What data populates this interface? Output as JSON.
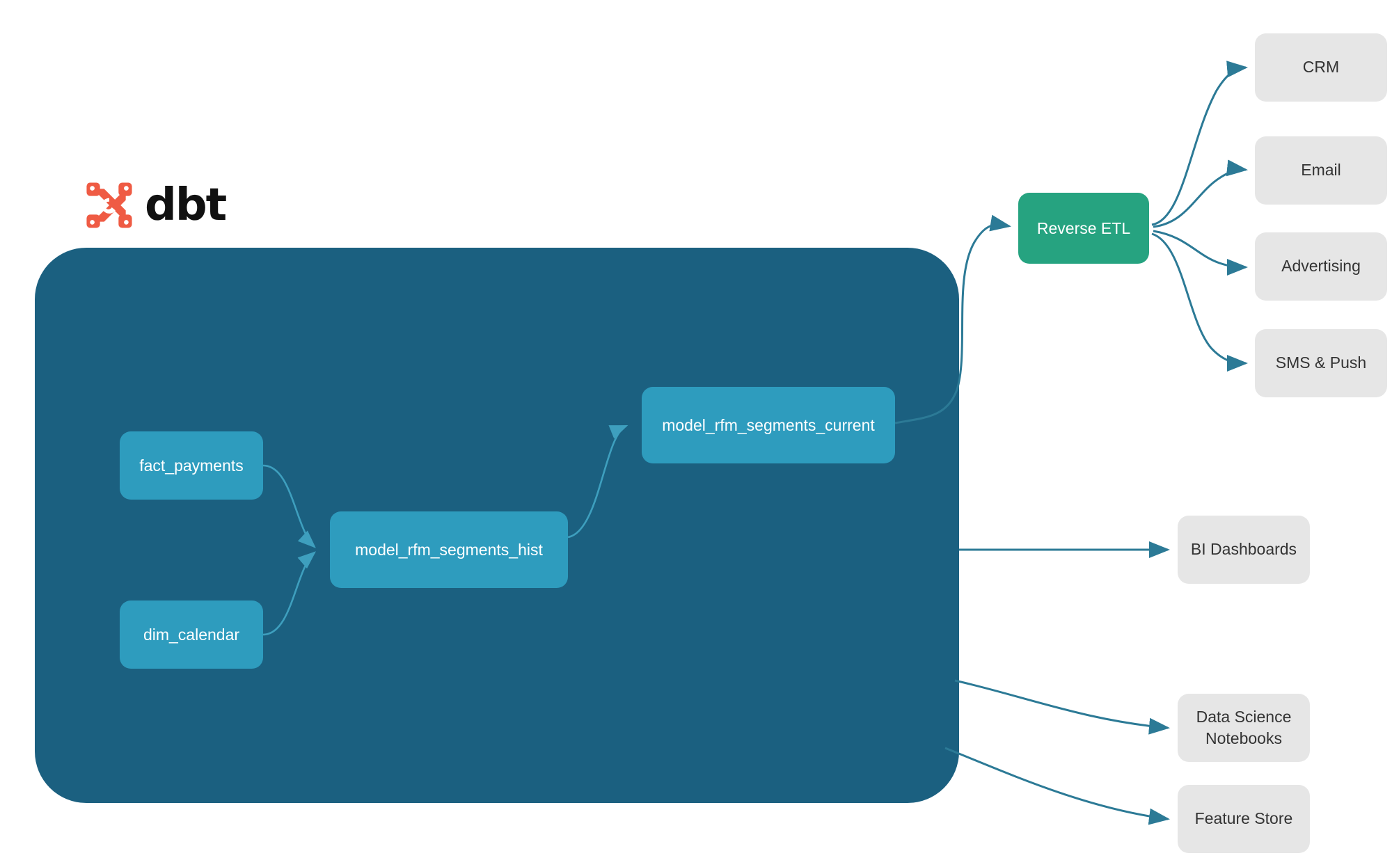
{
  "brand": {
    "logo_icon": "dbt-logo-icon",
    "wordmark": "dbt"
  },
  "colors": {
    "warehouse_bg": "#1b6080",
    "model_node": "#2e9cbe",
    "reverse_etl_node": "#26a380",
    "destination_node": "#e6e6e6",
    "inner_edge": "#3e9fbe",
    "outer_edge": "#2c7a96",
    "page_bg": "#ffffff",
    "node_text_light": "#ffffff",
    "node_text_dark": "#333333"
  },
  "warehouse": {
    "nodes": [
      {
        "id": "fact_payments",
        "label": "fact_payments"
      },
      {
        "id": "dim_calendar",
        "label": "dim_calendar"
      },
      {
        "id": "model_rfm_segments_hist",
        "label": "model_rfm_segments_hist"
      },
      {
        "id": "model_rfm_segments_current",
        "label": "model_rfm_segments_current"
      }
    ]
  },
  "activation": {
    "reverse_etl": {
      "label": "Reverse ETL"
    },
    "channels": [
      {
        "id": "crm",
        "label": "CRM"
      },
      {
        "id": "email",
        "label": "Email"
      },
      {
        "id": "advertising",
        "label": "Advertising"
      },
      {
        "id": "sms_push",
        "label": "SMS & Push"
      }
    ]
  },
  "consumers": [
    {
      "id": "bi_dashboards",
      "label": "BI Dashboards"
    },
    {
      "id": "ds_notebooks",
      "label": "Data Science\nNotebooks",
      "line1": "Data Science",
      "line2": "Notebooks"
    },
    {
      "id": "feature_store",
      "label": "Feature Store"
    }
  ],
  "chart_data": {
    "type": "diagram",
    "title": "dbt RFM segmentation lineage and activation",
    "subgraphs": [
      {
        "name": "dbt",
        "node_ids": [
          "fact_payments",
          "dim_calendar",
          "model_rfm_segments_hist",
          "model_rfm_segments_current"
        ]
      }
    ],
    "nodes": [
      {
        "id": "fact_payments",
        "label": "fact_payments",
        "group": "dbt",
        "shape": "rounded-rect",
        "color": "#2e9cbe"
      },
      {
        "id": "dim_calendar",
        "label": "dim_calendar",
        "group": "dbt",
        "shape": "rounded-rect",
        "color": "#2e9cbe"
      },
      {
        "id": "model_rfm_segments_hist",
        "label": "model_rfm_segments_hist",
        "group": "dbt",
        "shape": "rounded-rect",
        "color": "#2e9cbe"
      },
      {
        "id": "model_rfm_segments_current",
        "label": "model_rfm_segments_current",
        "group": "dbt",
        "shape": "rounded-rect",
        "color": "#2e9cbe"
      },
      {
        "id": "reverse_etl",
        "label": "Reverse ETL",
        "group": "activation",
        "shape": "rounded-rect",
        "color": "#26a380"
      },
      {
        "id": "crm",
        "label": "CRM",
        "group": "destination",
        "shape": "rounded-rect",
        "color": "#e6e6e6"
      },
      {
        "id": "email",
        "label": "Email",
        "group": "destination",
        "shape": "rounded-rect",
        "color": "#e6e6e6"
      },
      {
        "id": "advertising",
        "label": "Advertising",
        "group": "destination",
        "shape": "rounded-rect",
        "color": "#e6e6e6"
      },
      {
        "id": "sms_push",
        "label": "SMS & Push",
        "group": "destination",
        "shape": "rounded-rect",
        "color": "#e6e6e6"
      },
      {
        "id": "bi_dashboards",
        "label": "BI Dashboards",
        "group": "destination",
        "shape": "rounded-rect",
        "color": "#e6e6e6"
      },
      {
        "id": "ds_notebooks",
        "label": "Data Science Notebooks",
        "group": "destination",
        "shape": "rounded-rect",
        "color": "#e6e6e6"
      },
      {
        "id": "feature_store",
        "label": "Feature Store",
        "group": "destination",
        "shape": "rounded-rect",
        "color": "#e6e6e6"
      }
    ],
    "edges": [
      {
        "from": "fact_payments",
        "to": "model_rfm_segments_hist",
        "arrow": true
      },
      {
        "from": "dim_calendar",
        "to": "model_rfm_segments_hist",
        "arrow": true
      },
      {
        "from": "model_rfm_segments_hist",
        "to": "model_rfm_segments_current",
        "arrow": true
      },
      {
        "from": "model_rfm_segments_current",
        "to": "reverse_etl",
        "arrow": true
      },
      {
        "from": "reverse_etl",
        "to": "crm",
        "arrow": true
      },
      {
        "from": "reverse_etl",
        "to": "email",
        "arrow": true
      },
      {
        "from": "reverse_etl",
        "to": "advertising",
        "arrow": true
      },
      {
        "from": "reverse_etl",
        "to": "sms_push",
        "arrow": true
      },
      {
        "from": "model_rfm_segments_hist",
        "to": "bi_dashboards",
        "arrow": true
      },
      {
        "from": "model_rfm_segments_hist",
        "to": "ds_notebooks",
        "arrow": true
      },
      {
        "from": "model_rfm_segments_hist",
        "to": "feature_store",
        "arrow": true
      }
    ]
  }
}
